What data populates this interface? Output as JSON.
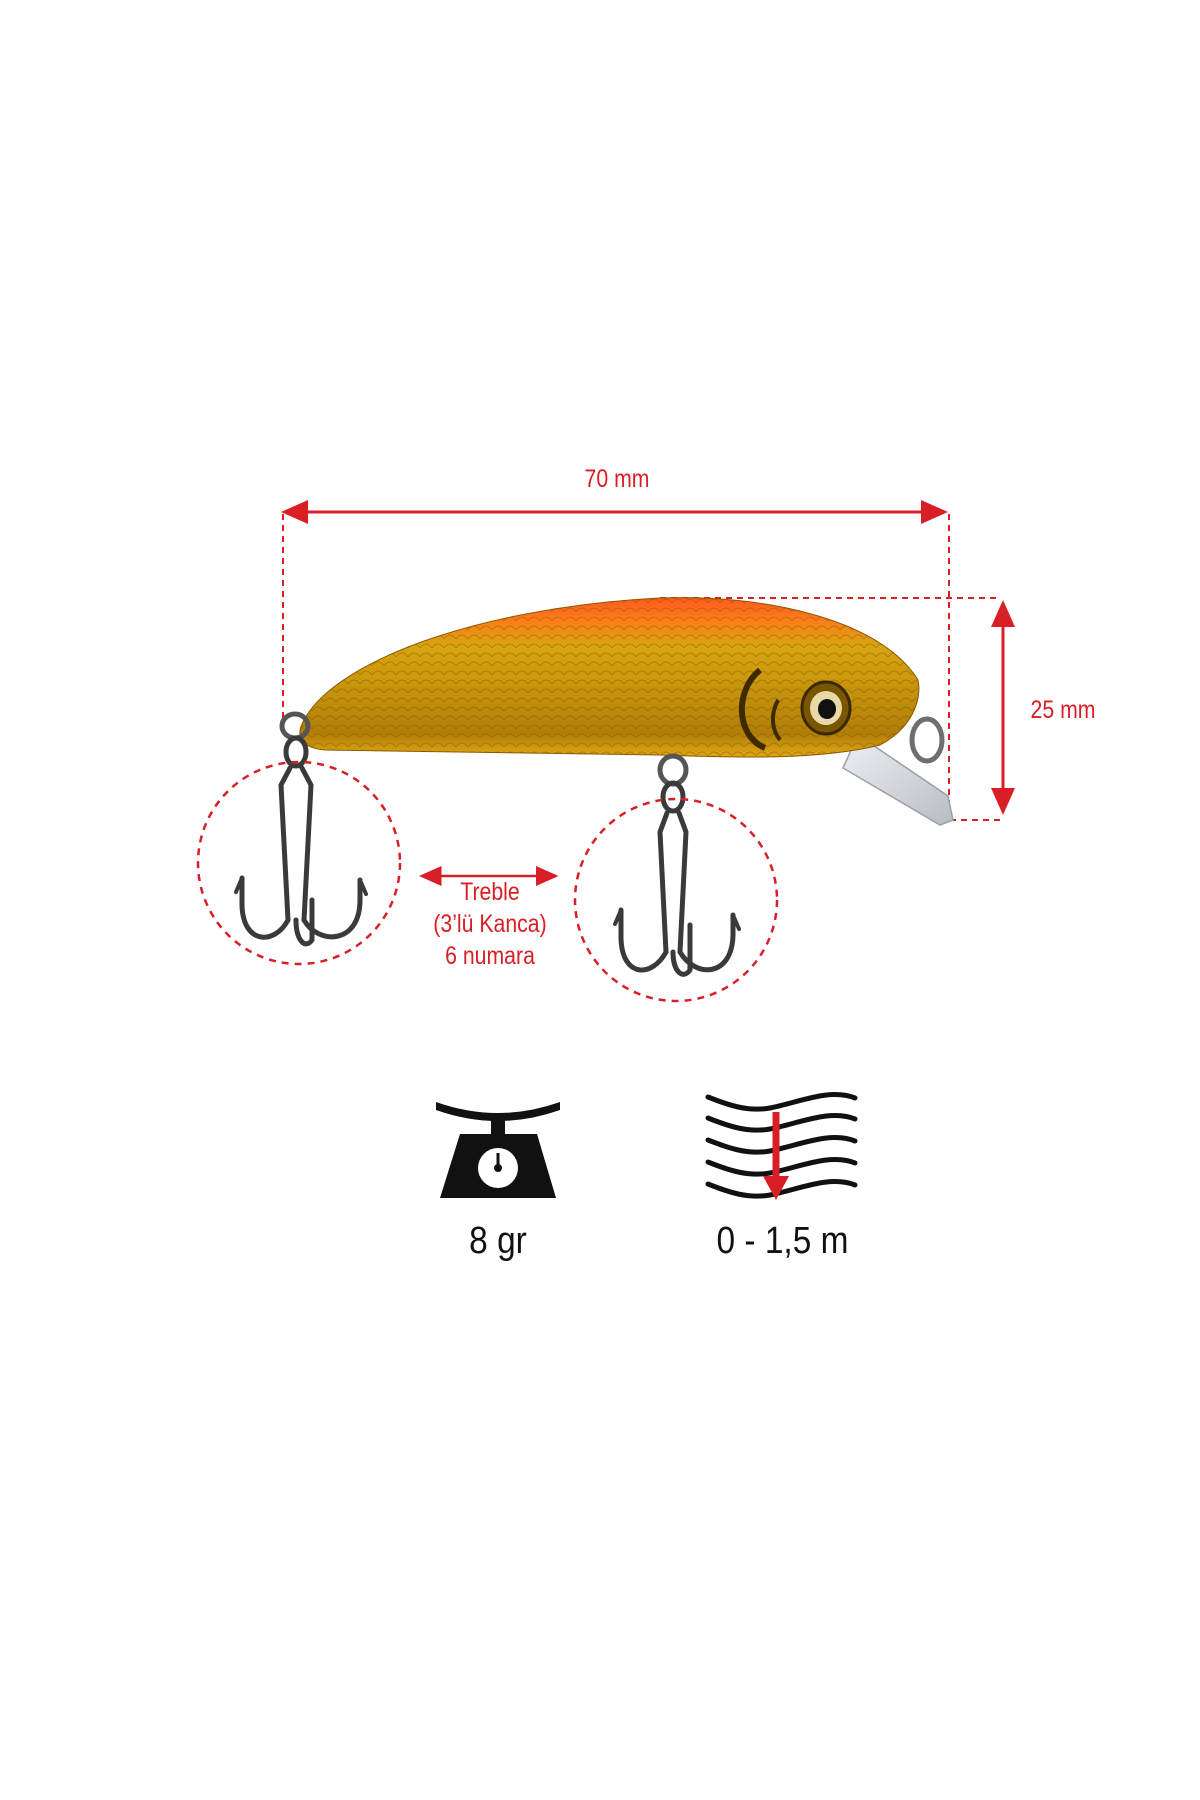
{
  "dimensions": {
    "length": "70 mm",
    "height": "25 mm"
  },
  "hook_info": {
    "line1": "Treble",
    "line2": "(3’lü Kanca)",
    "line3": "6 numara"
  },
  "specs": {
    "weight": {
      "icon": "scale-icon",
      "value": "8 gr"
    },
    "depth": {
      "icon": "diving-depth-icon",
      "value": "0 - 1,5 m"
    }
  },
  "colors": {
    "annotation_red": "#d81f26",
    "lure_gold": "#c9980e",
    "lure_orange": "#ff4a1c",
    "icon_dark": "#111111"
  }
}
